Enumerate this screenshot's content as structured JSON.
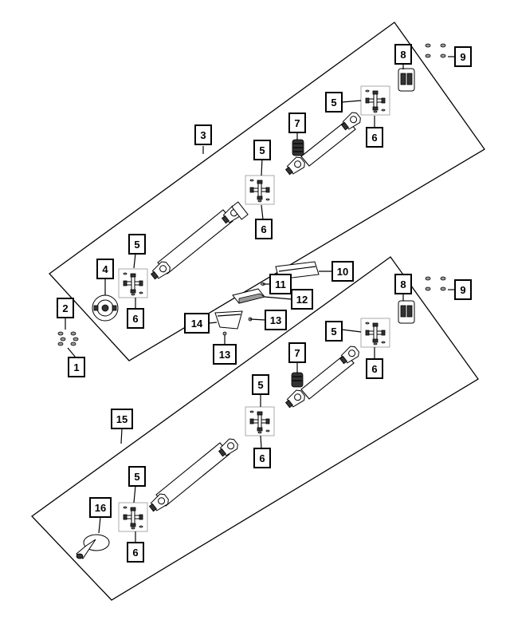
{
  "diagram": {
    "callouts": {
      "c1": "1",
      "c2": "2",
      "c3": "3",
      "c4": "4",
      "c5a": "5",
      "c5b": "5",
      "c5c": "5",
      "c6a": "6",
      "c6b": "6",
      "c6c": "6",
      "c7a": "7",
      "c8a": "8",
      "c9a": "9",
      "c10": "10",
      "c11": "11",
      "c12": "12",
      "c13a": "13",
      "c13b": "13",
      "c14": "14",
      "c15": "15",
      "c16": "16",
      "c5d": "5",
      "c5e": "5",
      "c5f": "5",
      "c6d": "6",
      "c6e": "6",
      "c6f": "6",
      "c7b": "7",
      "c8b": "8",
      "c9b": "9"
    },
    "colors": {
      "line": "#000000",
      "background": "#ffffff",
      "shade": "#999999"
    }
  }
}
